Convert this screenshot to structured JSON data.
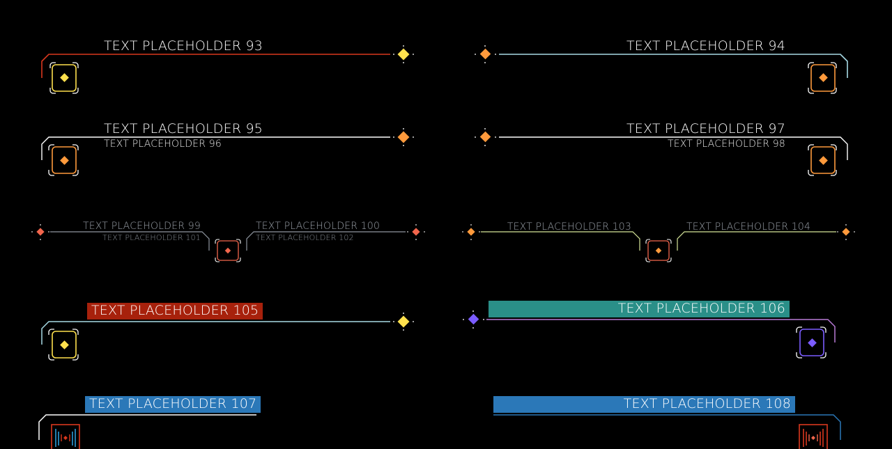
{
  "labels": {
    "t93": "TEXT PLACEHOLDER 93",
    "t94": "TEXT PLACEHOLDER 94",
    "t95": "TEXT PLACEHOLDER 95",
    "t96": "TEXT PLACEHOLDER 96",
    "t97": "TEXT PLACEHOLDER 97",
    "t98": "TEXT PLACEHOLDER 98",
    "t99": "TEXT PLACEHOLDER 99",
    "t100": "TEXT PLACEHOLDER 100",
    "t101": "TEXT PLACEHOLDER 101",
    "t102": "TEXT PLACEHOLDER 102",
    "t103": "TEXT PLACEHOLDER 103",
    "t104": "TEXT PLACEHOLDER 104",
    "t105": "TEXT PLACEHOLDER 105",
    "t106": "TEXT PLACEHOLDER 106",
    "t107": "TEXT PLACEHOLDER 107",
    "t108": "TEXT PLACEHOLDER 108"
  },
  "colors": {
    "background": "#000000",
    "red_line": "#d9381e",
    "light_blue_line": "#a7dbe6",
    "yellow": "#ffe14d",
    "orange": "#ff9a3c",
    "coral": "#f2664d",
    "grey_line": "#8f96a0",
    "lime_line": "#d7e79a",
    "badge_red": "#a7210c",
    "badge_teal": "#2a8f88",
    "badge_blue": "#2b78b8",
    "purple": "#7b5cff",
    "violet_line": "#b77ad6"
  }
}
